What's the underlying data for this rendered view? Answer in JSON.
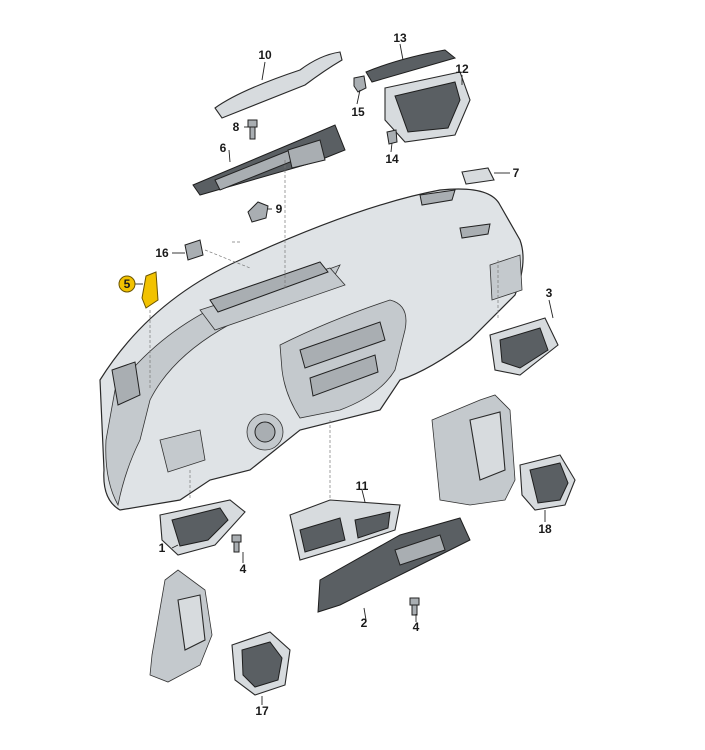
{
  "callouts": {
    "c1": "1",
    "c2": "2",
    "c3": "3",
    "c4a": "4",
    "c4b": "4",
    "c5": "5",
    "c6": "6",
    "c7": "7",
    "c8": "8",
    "c9": "9",
    "c10": "10",
    "c11": "11",
    "c12": "12",
    "c13": "13",
    "c14": "14",
    "c15": "15",
    "c16": "16",
    "c17": "17",
    "c18": "18"
  },
  "highlighted_callout": "5",
  "colors": {
    "highlight": "#f2c200",
    "line": "#222222",
    "part_fill": "#d7dbde"
  }
}
